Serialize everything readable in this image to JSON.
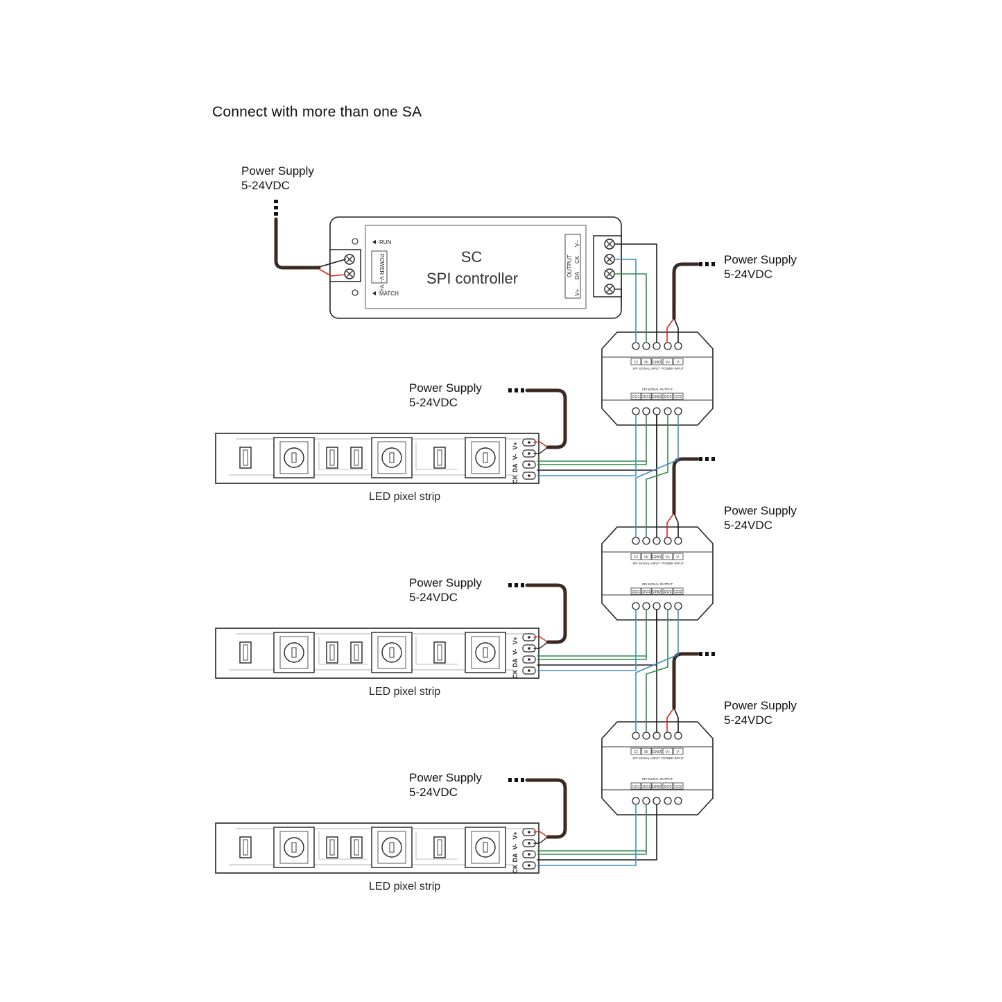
{
  "title": "Connect with more than one SA",
  "psu": {
    "label_line1": "Power Supply",
    "label_line2": "5-24VDC"
  },
  "controller": {
    "model": "SC",
    "name": "SPI controller",
    "indicator_run": "RUN",
    "indicator_match": "MATCH",
    "power_label": "POWER",
    "power_pins": [
      "V–",
      "V+"
    ],
    "output_label": "OUTPUT",
    "output_pins": [
      "V+",
      "DA",
      "CK",
      "V–"
    ]
  },
  "amplifier": {
    "input_pins": [
      "CI",
      "DI",
      "GND",
      "V+",
      "V-"
    ],
    "signal_input_label": "SPI SIGNAL INPUT",
    "power_input_label": "POWER INPUT",
    "signal_output_label": "SPI SIGNAL OUTPUT",
    "output_pins": [
      "CO1",
      "DO1",
      "GND",
      "DO2",
      "CO2"
    ]
  },
  "strip": {
    "label": "LED pixel strip",
    "pins": [
      "V+",
      "V-",
      "DA",
      "CK"
    ]
  },
  "wire_colors": {
    "black": "#1a1a1a",
    "red": "#d42a1f",
    "blue": "#3e8fc4",
    "green": "#2e8b4a",
    "brown": "#3a2a22"
  }
}
